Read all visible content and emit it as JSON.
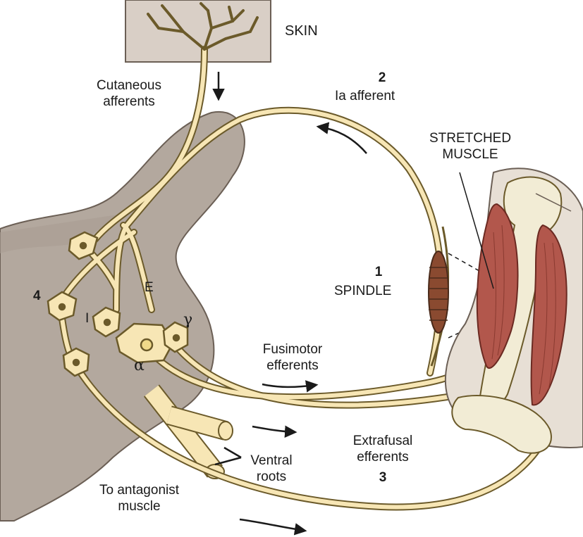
{
  "labels": {
    "skin": "SKIN",
    "cutaneous": [
      "Cutaneous",
      "afferents"
    ],
    "ia_number": "2",
    "ia_label": "Ia afferent",
    "stretched": [
      "STRETCHED",
      "MUSCLE"
    ],
    "spindle_number": "1",
    "spindle_label": "SPINDLE",
    "interneuron_4": "4",
    "e_label": "E",
    "i_label": "I",
    "gamma": "γ",
    "alpha": "α",
    "fusimotor": [
      "Fusimotor",
      "efferents"
    ],
    "extrafusal": [
      "Extrafusal",
      "efferents"
    ],
    "extrafusal_number": "3",
    "ventral": [
      "Ventral",
      "roots"
    ],
    "antagonist": [
      "To antagonist",
      "muscle"
    ]
  },
  "colors": {
    "nerve_fill": "#f7e6b5",
    "nerve_stroke": "#6b5a2a",
    "spinal_cord": "#b3a89e",
    "skin": "#d9cfc6",
    "muscle": "#b2574c",
    "bone": "#f2ecd5"
  }
}
